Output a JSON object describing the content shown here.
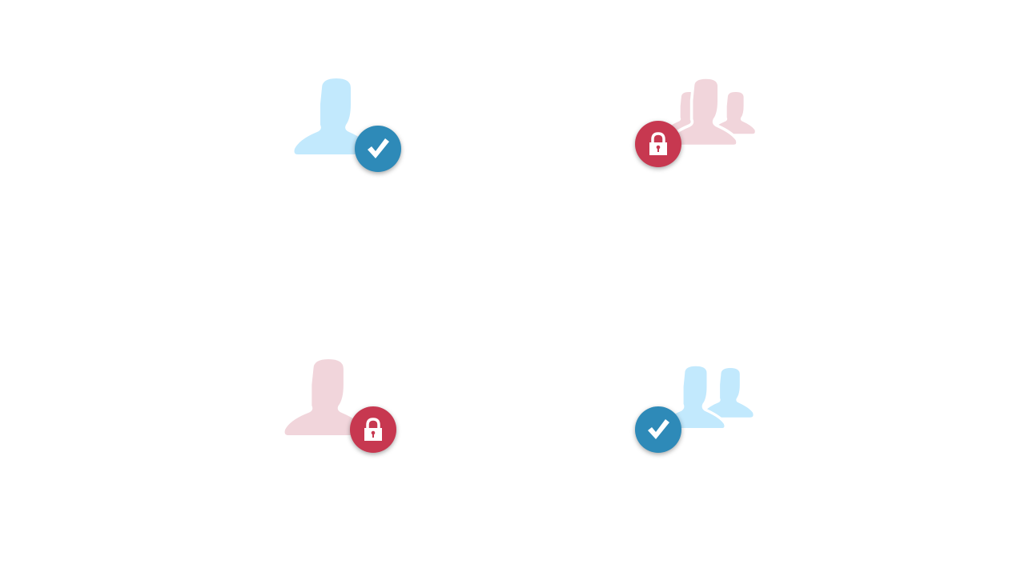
{
  "colors": {
    "user_blue": "#c2e9fd",
    "user_pink": "#f1d5db",
    "badge_blue": "#2e8ab8",
    "badge_red": "#c73850",
    "glyph": "#ffffff"
  },
  "icons": [
    {
      "name": "user-verified",
      "figure": "single-user",
      "badge": "check-icon"
    },
    {
      "name": "group-locked",
      "figure": "user-group",
      "badge": "lock-icon"
    },
    {
      "name": "user-locked",
      "figure": "single-user",
      "badge": "lock-icon"
    },
    {
      "name": "group-verified",
      "figure": "two-users",
      "badge": "check-icon"
    }
  ]
}
